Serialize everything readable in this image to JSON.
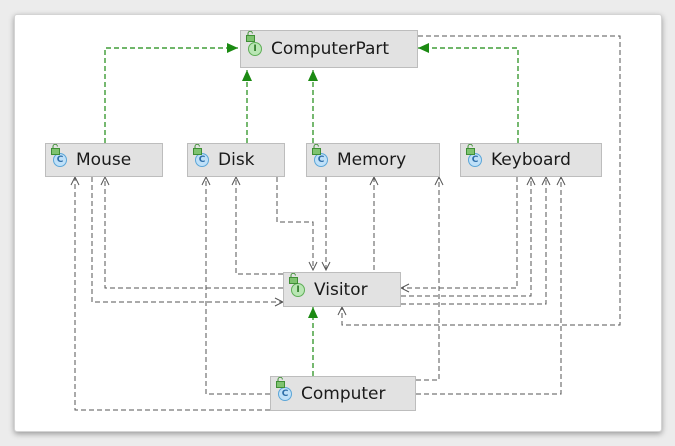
{
  "diagram": {
    "nodes": {
      "computer_part": {
        "name": "ComputerPart",
        "kind": "I"
      },
      "mouse": {
        "name": "Mouse",
        "kind": "C"
      },
      "disk": {
        "name": "Disk",
        "kind": "C"
      },
      "memory": {
        "name": "Memory",
        "kind": "C"
      },
      "keyboard": {
        "name": "Keyboard",
        "kind": "C"
      },
      "visitor": {
        "name": "Visitor",
        "kind": "I"
      },
      "computer": {
        "name": "Computer",
        "kind": "C"
      }
    },
    "edges": [
      {
        "from": "mouse",
        "to": "computer_part",
        "type": "implements"
      },
      {
        "from": "disk",
        "to": "computer_part",
        "type": "implements"
      },
      {
        "from": "memory",
        "to": "computer_part",
        "type": "implements"
      },
      {
        "from": "keyboard",
        "to": "computer_part",
        "type": "implements"
      },
      {
        "from": "computer",
        "to": "visitor",
        "type": "implements"
      },
      {
        "from": "mouse",
        "to": "visitor",
        "type": "dependency"
      },
      {
        "from": "disk",
        "to": "visitor",
        "type": "dependency"
      },
      {
        "from": "memory",
        "to": "visitor",
        "type": "dependency"
      },
      {
        "from": "keyboard",
        "to": "visitor",
        "type": "dependency"
      },
      {
        "from": "visitor",
        "to": "mouse",
        "type": "dependency"
      },
      {
        "from": "visitor",
        "to": "disk",
        "type": "dependency"
      },
      {
        "from": "visitor",
        "to": "memory",
        "type": "dependency"
      },
      {
        "from": "visitor",
        "to": "keyboard",
        "type": "dependency"
      },
      {
        "from": "computer",
        "to": "mouse",
        "type": "dependency"
      },
      {
        "from": "computer",
        "to": "disk",
        "type": "dependency"
      },
      {
        "from": "computer",
        "to": "memory",
        "type": "dependency"
      },
      {
        "from": "computer",
        "to": "keyboard",
        "type": "dependency"
      },
      {
        "from": "computer_part",
        "to": "visitor",
        "type": "dependency"
      }
    ],
    "colors": {
      "implements": "#1b8a12",
      "dependency": "#555555",
      "node_fill": "#e2e2e2",
      "node_border": "#bdbdbd"
    }
  }
}
